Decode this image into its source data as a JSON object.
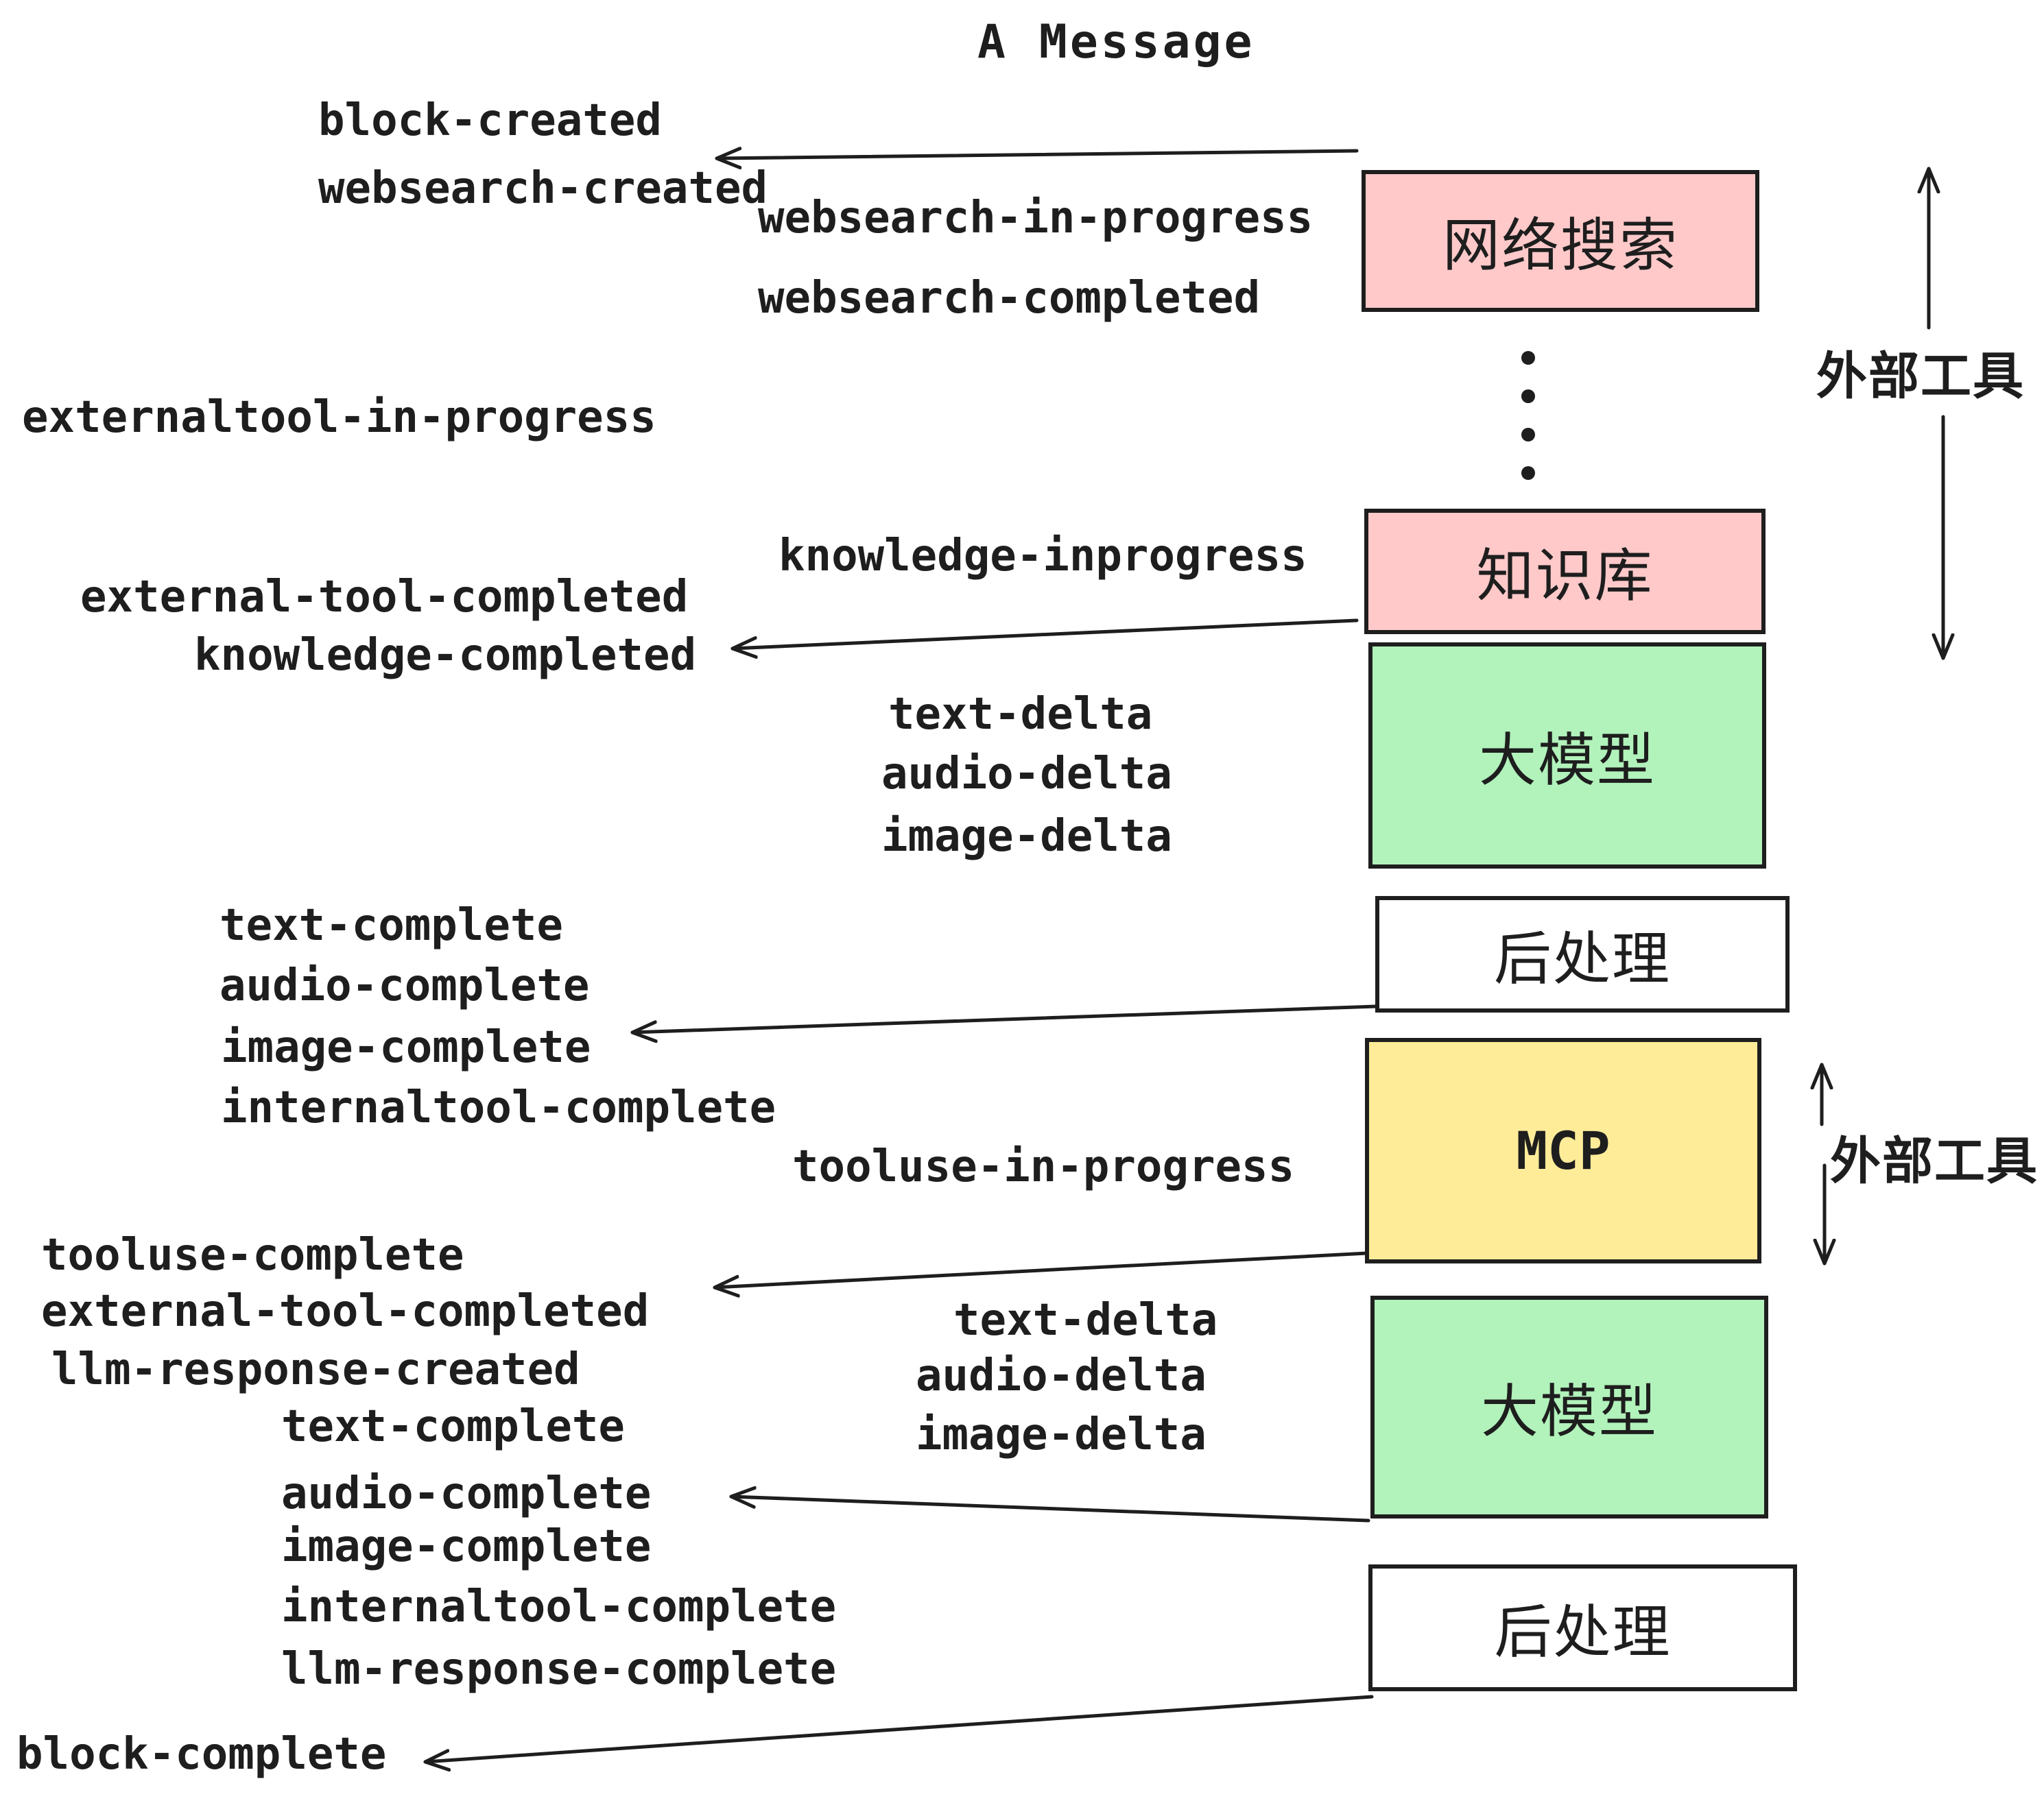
{
  "title": "A Message",
  "events": [
    "block-created",
    "websearch-created",
    "websearch-in-progress",
    "websearch-completed",
    "externaltool-in-progress",
    "knowledge-inprogress",
    "external-tool-completed",
    "knowledge-completed",
    "text-delta",
    "audio-delta",
    "image-delta",
    "text-complete",
    "audio-complete",
    "image-complete",
    "internaltool-complete",
    "tooluse-in-progress",
    "tooluse-complete",
    "external-tool-completed",
    "llm-response-created",
    "text-delta",
    "audio-delta",
    "image-delta",
    "text-complete",
    "audio-complete",
    "image-complete",
    "internaltool-complete",
    "llm-response-complete",
    "block-complete"
  ],
  "boxes": [
    {
      "label": "网络搜索",
      "fill": "#ffc9c9"
    },
    {
      "label": "知识库",
      "fill": "#ffc9c9"
    },
    {
      "label": "大模型",
      "fill": "#b2f2bb"
    },
    {
      "label": "后处理",
      "fill": "#ffffff"
    },
    {
      "label": "MCP",
      "fill": "#ffec99"
    },
    {
      "label": "大模型",
      "fill": "#b2f2bb"
    },
    {
      "label": "后处理",
      "fill": "#ffffff"
    }
  ],
  "side_labels": {
    "external_tools_top": "外部工具",
    "external_tools_mcp": "外部工具"
  },
  "colors": {
    "ink": "#1e1e1e",
    "background": "#ffffff",
    "box_pink": "#ffc9c9",
    "box_green": "#b2f2bb",
    "box_yellow": "#ffec99",
    "box_white": "#ffffff"
  }
}
